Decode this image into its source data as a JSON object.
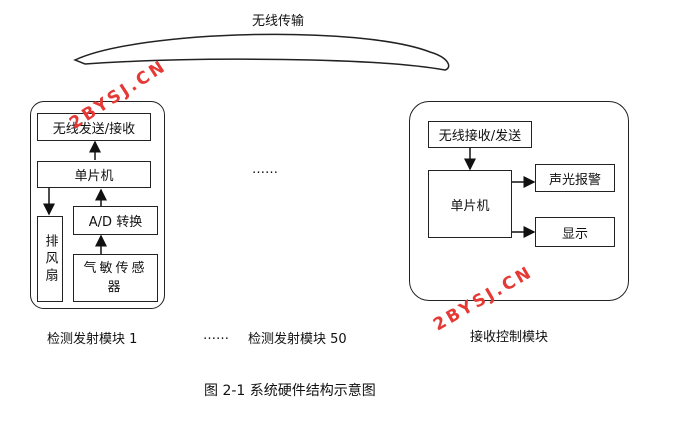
{
  "wireless_label": "无线传输",
  "transmitter": {
    "wireless_tx_rx": "无线发送/接收",
    "mcu": "单片机",
    "exhaust_fan": "排风扇",
    "adc": "A/D 转换",
    "gas_sensor": "气敏传感器",
    "caption": "检测发射模块 1"
  },
  "middle_dots": "……",
  "bottom_dots": "……",
  "transmitter_50_caption": "检测发射模块 50",
  "receiver": {
    "wireless_rx_tx": "无线接收/发送",
    "mcu": "单片机",
    "alarm": "声光报警",
    "display": "显示",
    "caption": "接收控制模块"
  },
  "figure_caption": "图 2-1  系统硬件结构示意图",
  "watermark_text": "2BYSJ.CN",
  "watermark_color": "#e53935"
}
